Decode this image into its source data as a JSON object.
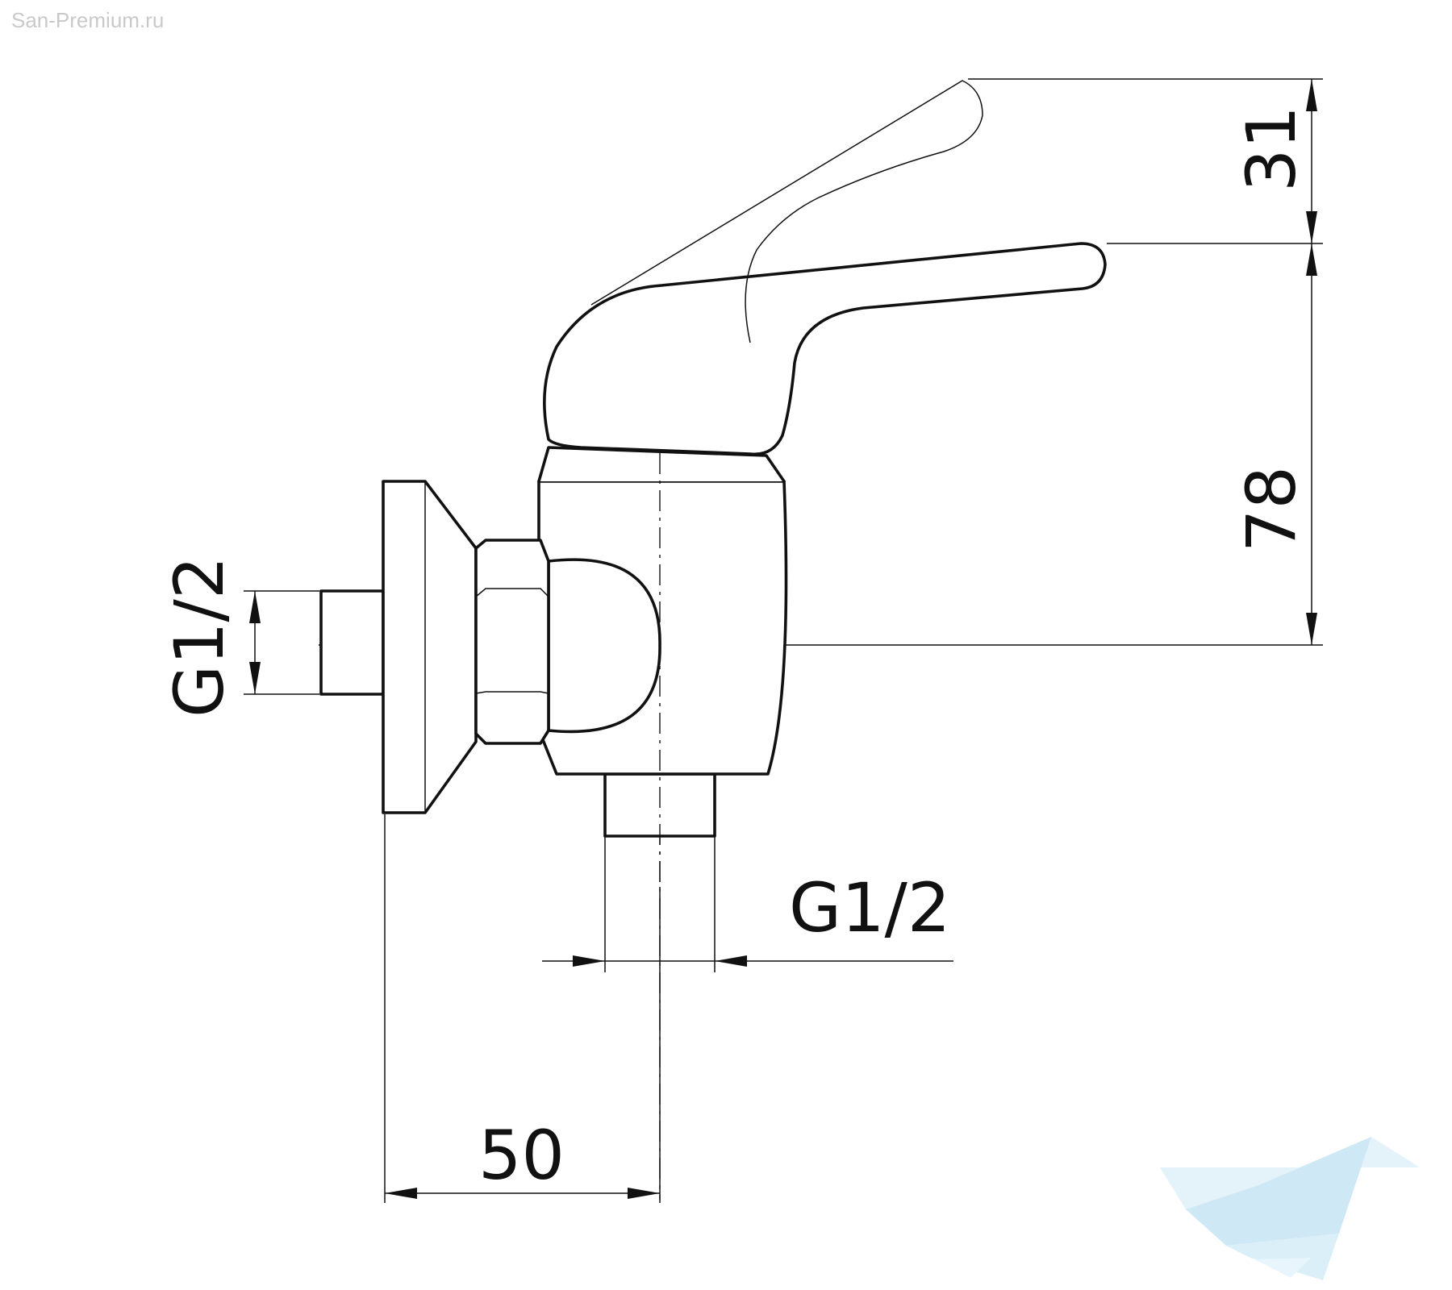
{
  "watermark": {
    "site": "San-Premium.ru",
    "logo": "bathtub-logo-icon"
  },
  "colors": {
    "line": "#111111",
    "watermark_text": "#c9c9c9",
    "logo": "#a9d6ef"
  },
  "dimensions": {
    "handle_rise": "31",
    "body_height": "78",
    "width": "50",
    "inlet_thread": "G1/2",
    "outlet_thread": "G1/2"
  }
}
